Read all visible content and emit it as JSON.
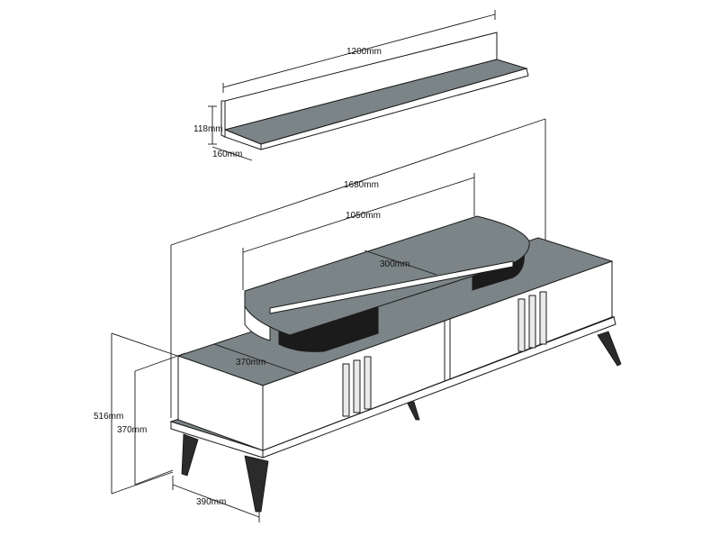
{
  "colors": {
    "top_surface": "#7b8486",
    "panel": "#ffffff",
    "line": "#1a1a1a",
    "mesh": "#1b1b1b"
  },
  "dimensions": {
    "shelf_width": "1200mm",
    "shelf_height": "118mm",
    "shelf_depth": "160mm",
    "unit_width": "1680mm",
    "top_tier_width": "1050mm",
    "top_tier_depth": "300mm",
    "cabinet_depth_top": "370mm",
    "overall_height": "516mm",
    "cabinet_height": "370mm",
    "base_depth": "390mm"
  }
}
